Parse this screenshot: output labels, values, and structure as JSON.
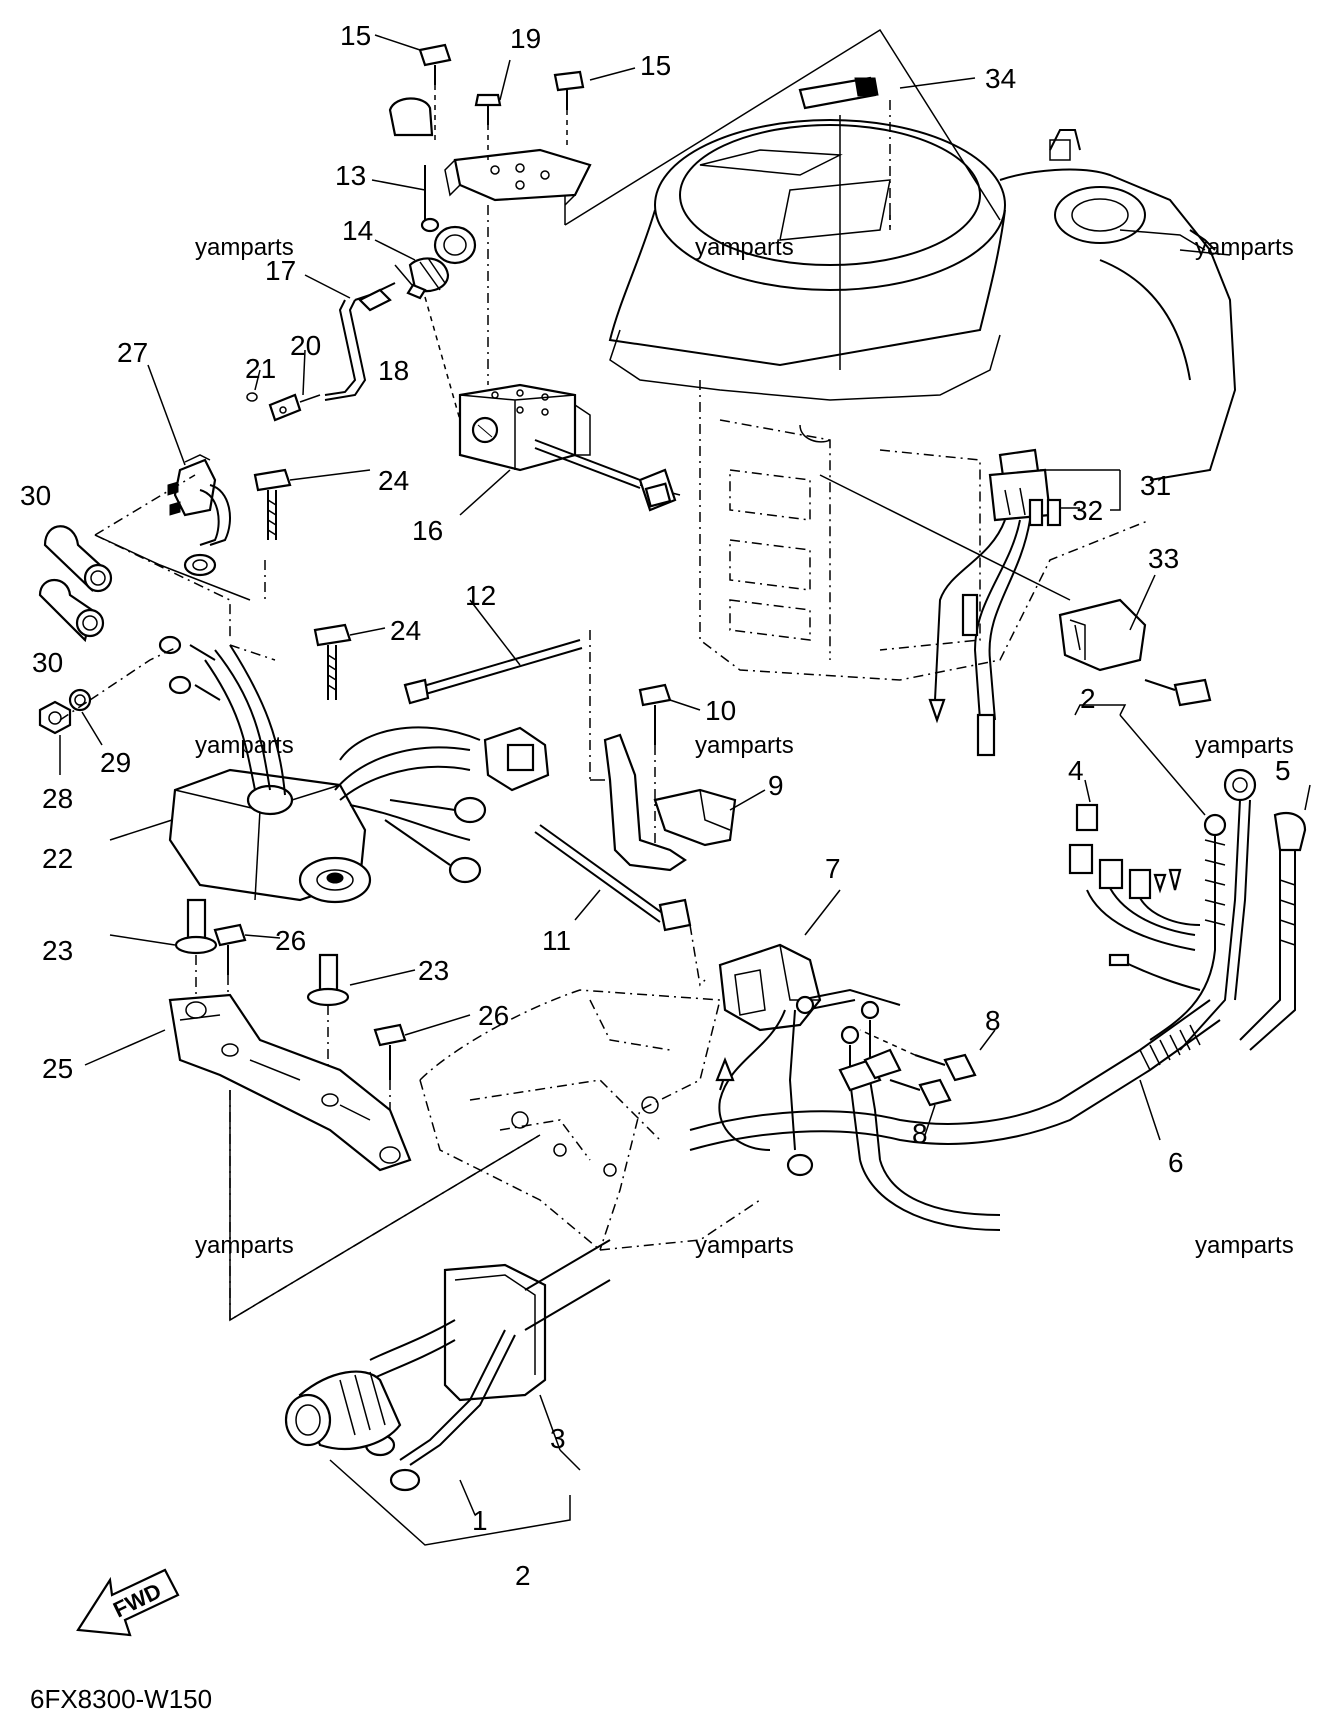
{
  "diagram_code": "6FX8300-W150",
  "fwd_label": "FWD",
  "watermark": "yamparts",
  "callouts": {
    "c15a": "15",
    "c19": "19",
    "c15b": "15",
    "c34": "34",
    "c13": "13",
    "c14": "14",
    "c17": "17",
    "c20": "20",
    "c21": "21",
    "c18": "18",
    "c27": "27",
    "c24a": "24",
    "c16": "16",
    "c30a": "30",
    "c30b": "30",
    "c31": "31",
    "c32": "32",
    "c33": "33",
    "c12": "12",
    "c24b": "24",
    "c10": "10",
    "c2a": "2",
    "c4": "4",
    "c5": "5",
    "c28": "28",
    "c29": "29",
    "c9": "9",
    "c22": "22",
    "c7": "7",
    "c11": "11",
    "c23a": "23",
    "c26a": "26",
    "c23b": "23",
    "c8a": "8",
    "c8b": "8",
    "c26b": "26",
    "c25": "25",
    "c6": "6",
    "c3": "3",
    "c1": "1",
    "c2b": "2"
  }
}
